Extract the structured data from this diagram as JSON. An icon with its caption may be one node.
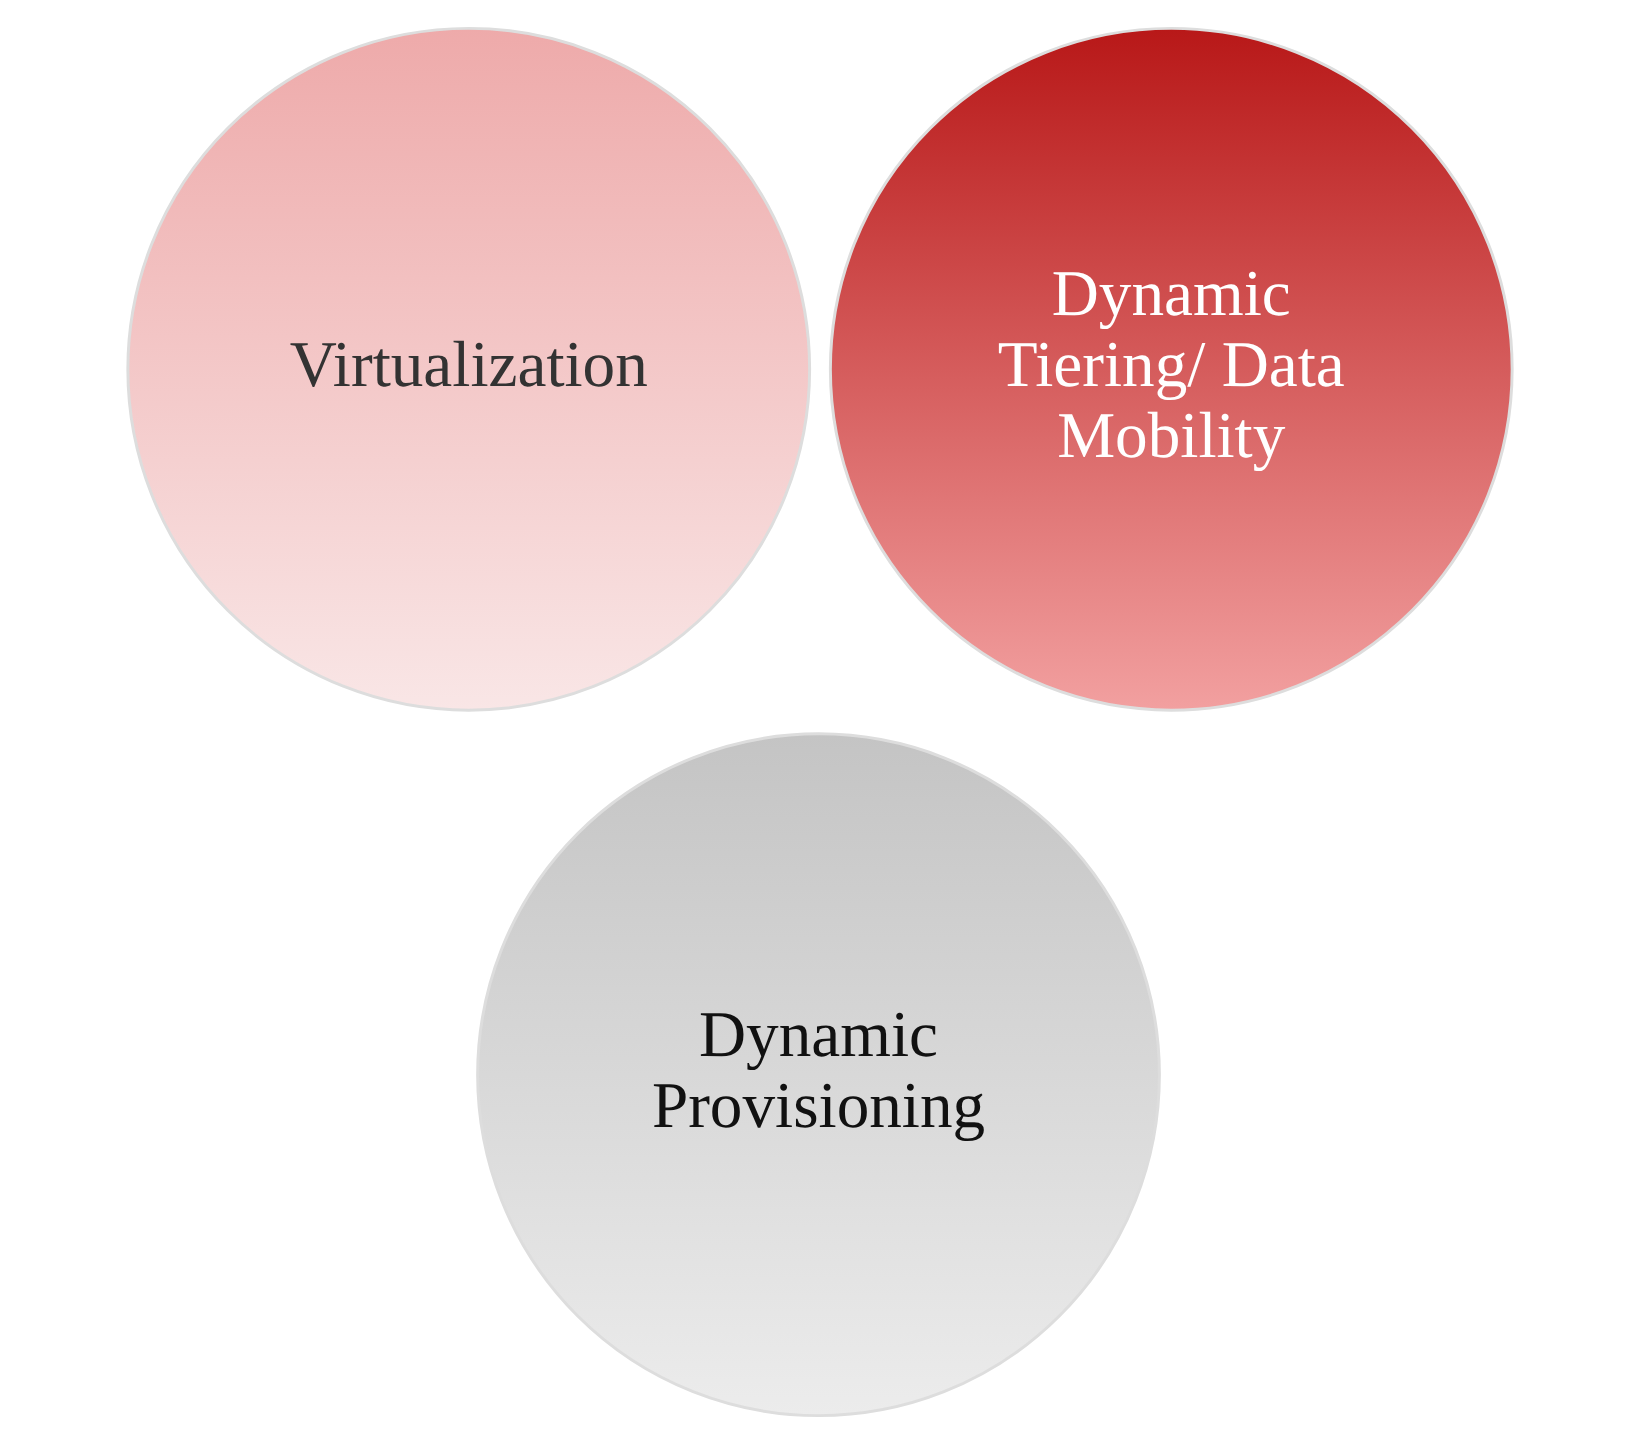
{
  "diagram": {
    "nodes": [
      {
        "text": [
          "Virtualization"
        ]
      },
      {
        "text": [
          "Dynamic Tiering/ Data Mobility"
        ]
      },
      {
        "text": [
          "Dynamic Provisioning"
        ]
      }
    ]
  }
}
